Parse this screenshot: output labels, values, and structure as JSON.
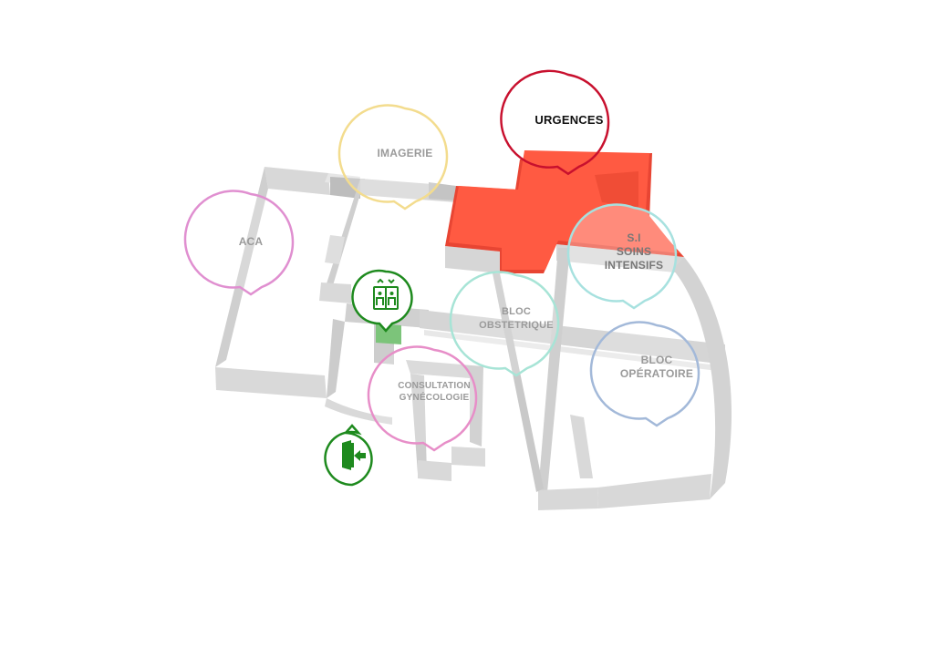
{
  "map": {
    "colors": {
      "wall": "#d6d6d6",
      "wall_dark": "#bcbcbc",
      "wall_light": "#e9e9e9",
      "urgences_fill": "#ff5a42",
      "urgences_dark": "#e84533",
      "elevator_floor": "#7cc47a",
      "icon_green": "#1e8a1e"
    },
    "pins": [
      {
        "id": "urgences",
        "lines": [
          "URGENCES"
        ],
        "color": "#c8102e",
        "text_color": "#111111",
        "highlighted": true
      },
      {
        "id": "imagerie",
        "lines": [
          "IMAGERIE"
        ],
        "color": "#f3dc8e",
        "text_color": "#9a9a9a",
        "highlighted": false
      },
      {
        "id": "aca",
        "lines": [
          "ACA"
        ],
        "color": "#e08fd0",
        "text_color": "#9a9a9a",
        "highlighted": false
      },
      {
        "id": "si",
        "lines": [
          "S.I",
          "SOINS",
          "INTENSIFS"
        ],
        "color": "#a7e1df",
        "text_color": "#777777",
        "highlighted": false
      },
      {
        "id": "bloc-obstetrique",
        "lines": [
          "BLOC",
          "OBSTETRIQUE"
        ],
        "color": "#a7e4d6",
        "text_color": "#9a9a9a",
        "highlighted": false
      },
      {
        "id": "bloc-operatoire",
        "lines": [
          "BLOC",
          "OPÉRATOIRE"
        ],
        "color": "#a3b9d9",
        "text_color": "#9a9a9a",
        "highlighted": false
      },
      {
        "id": "consultation",
        "lines": [
          "CONSULTATION",
          "GYNÉCOLOGIE"
        ],
        "color": "#e78ec8",
        "text_color": "#9a9a9a",
        "highlighted": false
      }
    ],
    "icon_pins": [
      {
        "id": "elevator",
        "icon": "elevator-icon",
        "color": "#1e8a1e"
      },
      {
        "id": "entrance",
        "icon": "entrance-door-icon",
        "color": "#1e8a1e"
      }
    ]
  }
}
